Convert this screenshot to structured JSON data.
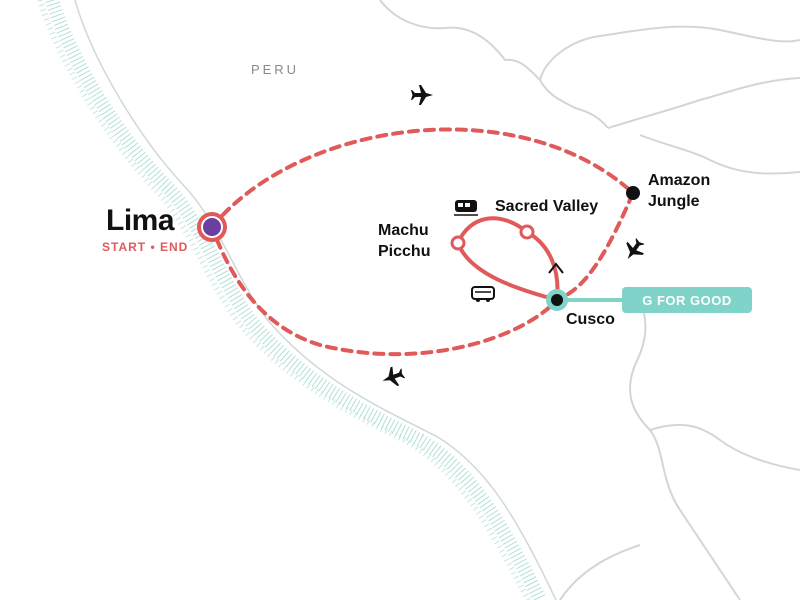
{
  "map": {
    "country_label": "PERU",
    "start_city": "Lima",
    "start_end_label": "START • END",
    "destinations": {
      "machu_picchu": [
        "Machu",
        "Picchu"
      ],
      "sacred_valley": "Sacred Valley",
      "amazon": [
        "Amazon",
        "Jungle"
      ],
      "cusco": "Cusco"
    },
    "badge": "G FOR GOOD",
    "icons": [
      "plane-icon",
      "train-icon",
      "bus-icon",
      "hike-icon"
    ],
    "colors": {
      "route": "#e05a5a",
      "start_marker": "#6a3fa0",
      "badge": "#7fd3c8",
      "coast": "#a9dcd6",
      "border": "#d5d5d5"
    }
  }
}
